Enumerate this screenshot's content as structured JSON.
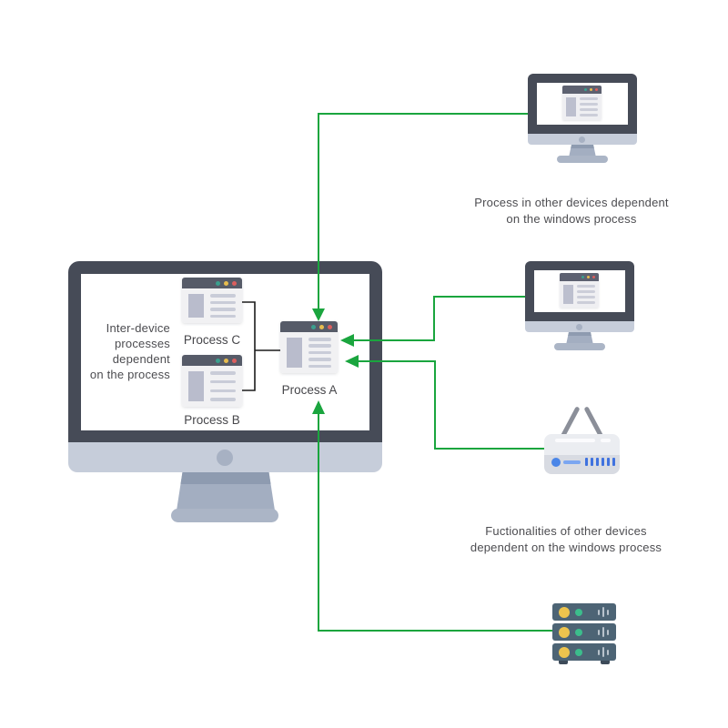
{
  "processes": {
    "a": "Process A",
    "b": "Process B",
    "c": "Process C"
  },
  "annotations": {
    "top_device_label": {
      "line1": "Process in other devices dependent",
      "line2": "on the windows process"
    },
    "inter_device_label": {
      "line1": "Inter-device",
      "line2": "processes",
      "line3": "dependent",
      "line4": "on the process"
    },
    "bottom_devices_label": {
      "line1": "Fuctionalities of other devices",
      "line2": "dependent on the windows process"
    }
  },
  "colors": {
    "connector_green": "#1aa53e",
    "bracket_black": "#1b1b1b",
    "monitor_bezel": "#464b57",
    "monitor_stand": "#c6cdda",
    "window_titlebar": "#565b68",
    "window_body": "#f1f1f3",
    "dot_teal": "#3aa08e",
    "dot_yellow": "#e7bc4e",
    "dot_red": "#db5e5e",
    "server_body": "#4d6475",
    "server_led_yellow": "#edc44e",
    "server_led_green": "#3cbd8c",
    "router_led_blue": "#4a86e8",
    "text": "#4c4c50"
  }
}
